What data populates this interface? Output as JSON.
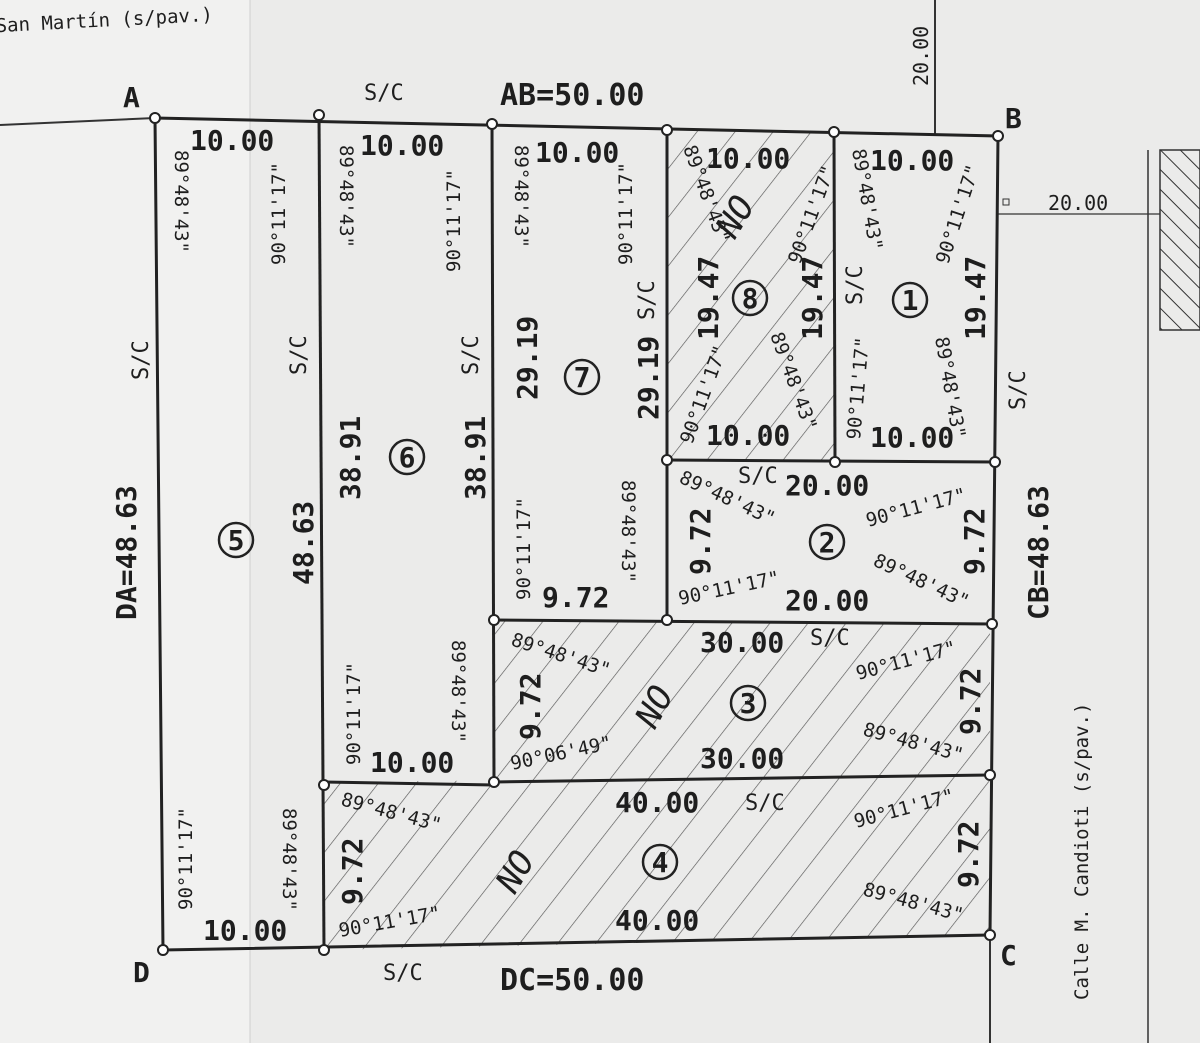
{
  "street_top": "San Martín (s/pav.)",
  "street_right": "Calle M. Candioti (s/pav.)",
  "corners": {
    "a": "A",
    "b": "B",
    "c": "C",
    "d": "D"
  },
  "sides": {
    "ab": "AB=50.00",
    "cb": "CB=48.63",
    "dc": "DC=50.00",
    "da": "DA=48.63"
  },
  "offsets": {
    "vertical": "20.00",
    "horizontal": "20.00"
  },
  "sc": "S/C",
  "stamp": "NO",
  "lots": {
    "l1": {
      "num": "1",
      "top": "10.00",
      "bottom": "10.00",
      "left_a": "89°48'43\"",
      "right_a": "90°11'17\"",
      "left_b": "90°11'17\"",
      "right_b": "89°48'43\"",
      "side": "19.47"
    },
    "l2": {
      "num": "2",
      "top": "20.00",
      "bottom": "20.00",
      "left_side": "9.72",
      "right_side": "9.72",
      "a1": "89°48'43\"",
      "a2": "90°11'17\"",
      "a3": "90°11'17\"",
      "a4": "89°48'43\""
    },
    "l3": {
      "num": "3",
      "top": "30.00",
      "bottom": "30.00",
      "left_side": "9.72",
      "right_side": "9.72",
      "a1": "89°48'43\"",
      "a2": "90°06'49\"",
      "a3": "90°11'17\"",
      "a4": "89°48'43\""
    },
    "l4": {
      "num": "4",
      "top": "40.00",
      "bottom": "40.00",
      "left_side": "9.72",
      "right_side": "9.72",
      "a1": "89°48'43\"",
      "a2": "90°11'17\"",
      "a3": "90°11'17\"",
      "a4": "89°48'43\""
    },
    "l5": {
      "num": "5",
      "top": "10.00",
      "bottom": "10.00",
      "side": "48.63",
      "a1": "89°48'43\"",
      "a2": "90°11'17\"",
      "a3": "90°11'17\"",
      "a4": "89°48'43\""
    },
    "l6": {
      "num": "6",
      "top": "10.00",
      "bottom": "10.00",
      "side": "38.91",
      "a1": "89°48'43\"",
      "a2": "90°11'17\"",
      "a3": "90°11'17\"",
      "a4": "89°48'43\""
    },
    "l7": {
      "num": "7",
      "top": "10.00",
      "bottom": "9.72",
      "side": "29.19",
      "a1": "89°48'43\"",
      "a2": "90°11'17\"",
      "a3": "90°11'17\"",
      "a4": "89°48'43\""
    },
    "l8": {
      "num": "8",
      "top": "10.00",
      "bottom": "10.00",
      "side": "19.47",
      "a1": "89°48'43\"",
      "a2": "90°11'17\"",
      "a3": "90°11'17\"",
      "a4": "89°48'43\""
    }
  }
}
